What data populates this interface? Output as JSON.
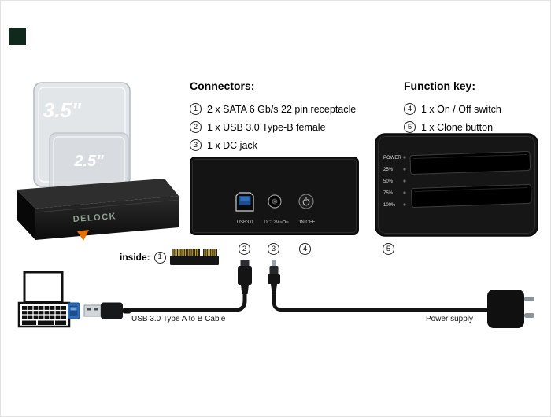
{
  "connectors": {
    "title": "Connectors:",
    "items": [
      {
        "num": "1",
        "label": "2 x SATA 6 Gb/s 22 pin receptacle"
      },
      {
        "num": "2",
        "label": "1 x USB 3.0 Type-B female"
      },
      {
        "num": "3",
        "label": "1 x DC jack"
      }
    ]
  },
  "function_key": {
    "title": "Function key:",
    "items": [
      {
        "num": "4",
        "label": "1 x On / Off switch"
      },
      {
        "num": "5",
        "label": "1 x Clone button"
      }
    ]
  },
  "dock": {
    "brand": "DELOCK",
    "bay_back_label": "3.5\"",
    "bay_front_label": "2.5\""
  },
  "back_panel": {
    "usb_label": "USB3.0",
    "dc_label": "DC12V",
    "power_label": "ON/OFF",
    "callouts": [
      "2",
      "3",
      "4"
    ]
  },
  "top_view": {
    "led_labels": [
      "POWER",
      "25%",
      "50%",
      "75%",
      "100%"
    ],
    "callout": "5"
  },
  "inside": {
    "label": "inside:",
    "num": "1"
  },
  "cables": {
    "usb_label": "USB 3.0 Type A to B Cable",
    "power_label": "Power supply"
  },
  "colors": {
    "accent_orange": "#e87200",
    "usb_blue": "#2f6fb8",
    "usb_blue_dark": "#1d4d8c",
    "sata_gold": "#d4a928",
    "device_black": "#141414",
    "brand_mark_green": "#0f2a1d"
  }
}
